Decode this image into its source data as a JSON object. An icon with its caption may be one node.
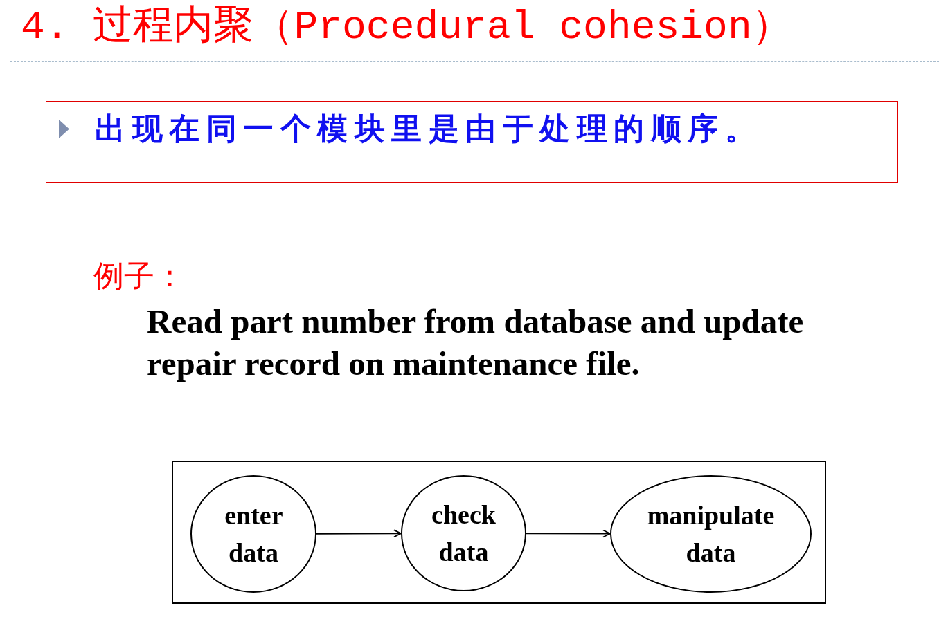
{
  "diagram": {
    "title": "4. 过程内聚（Procedural cohesion）",
    "nodes": [
      {
        "text": [
          "出现在同一个模块里是由于处理的顺序。"
        ]
      },
      {
        "text": [],
        "shape": "box"
      },
      {
        "text": [
          "enter data"
        ],
        "in": 1
      },
      {
        "text": [
          "check data"
        ],
        "in": 1
      },
      {
        "text": [
          "manipulate data"
        ],
        "in": 1
      }
    ],
    "edges": [
      {
        "from": 2,
        "to": 3,
        "arrow": "to"
      },
      {
        "from": 3,
        "to": 4,
        "arrow": "to"
      }
    ],
    "labels": [
      "例子：",
      "Read part number from database and update repair record on maintenance file."
    ]
  }
}
